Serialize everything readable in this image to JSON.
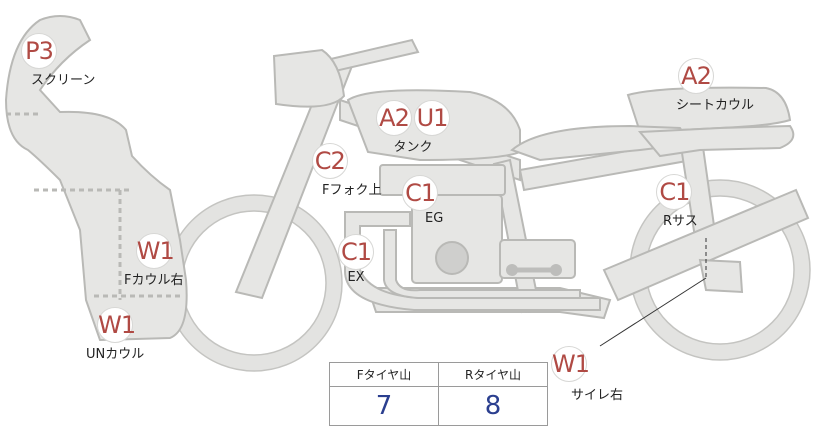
{
  "parts": {
    "screen": {
      "code": "P3",
      "label": "スクリーン"
    },
    "f_cowl_r": {
      "code": "W1",
      "label": "Fカウル右"
    },
    "un_cowl": {
      "code": "W1",
      "label": "UNカウル"
    },
    "f_fork_upper": {
      "code": "C2",
      "label": "Fフォク上"
    },
    "tank": {
      "code1": "A2",
      "code2": "U1",
      "label": "タンク"
    },
    "engine": {
      "code": "C1",
      "label": "EG"
    },
    "exhaust": {
      "code": "C1",
      "label": "EX"
    },
    "seat_cowl": {
      "code": "A2",
      "label": "シートカウル"
    },
    "r_sus": {
      "code": "C1",
      "label": "Rサス"
    },
    "muffler_r": {
      "code": "W1",
      "label": "サイレ右"
    }
  },
  "tire_table": {
    "front_header": "Fタイヤ山",
    "rear_header": "Rタイヤ山",
    "front_value": "7",
    "rear_value": "8"
  },
  "colors": {
    "code_text": "#b04a44",
    "tire_value": "#2b3f8f",
    "part_fill": "#e6e6e4",
    "part_stroke": "#b9b9b6"
  }
}
